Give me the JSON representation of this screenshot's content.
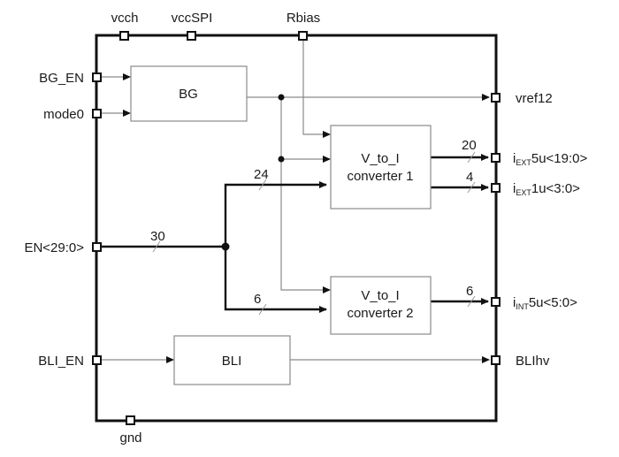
{
  "pins": {
    "top": {
      "vcch": "vcch",
      "vccspi": "vccSPI",
      "rbias": "Rbias"
    },
    "left": {
      "bg_en": "BG_EN",
      "mode0": "mode0",
      "en": "EN<29:0>",
      "bli_en": "BLI_EN"
    },
    "bottom": {
      "gnd": "gnd"
    },
    "right": {
      "vref12": "vref12",
      "iext5u_pre": "i",
      "iext5u_sub": "EXT",
      "iext5u_post": "5u<19:0>",
      "iext1u_pre": "i",
      "iext1u_sub": "EXT",
      "iext1u_post": "1u<3:0>",
      "iint5u_pre": "i",
      "iint5u_sub": "INT",
      "iint5u_post": "5u<5:0>",
      "blihv": "BLIhv"
    }
  },
  "blocks": {
    "bg": "BG",
    "v2i1_line1": "V_to_I",
    "v2i1_line2": "converter 1",
    "v2i2_line1": "V_to_I",
    "v2i2_line2": "converter 2",
    "bli": "BLI"
  },
  "bus_widths": {
    "en": "30",
    "conv1_in": "24",
    "conv2_in": "6",
    "iext5u": "20",
    "iext1u": "4",
    "iint5u": "6"
  }
}
